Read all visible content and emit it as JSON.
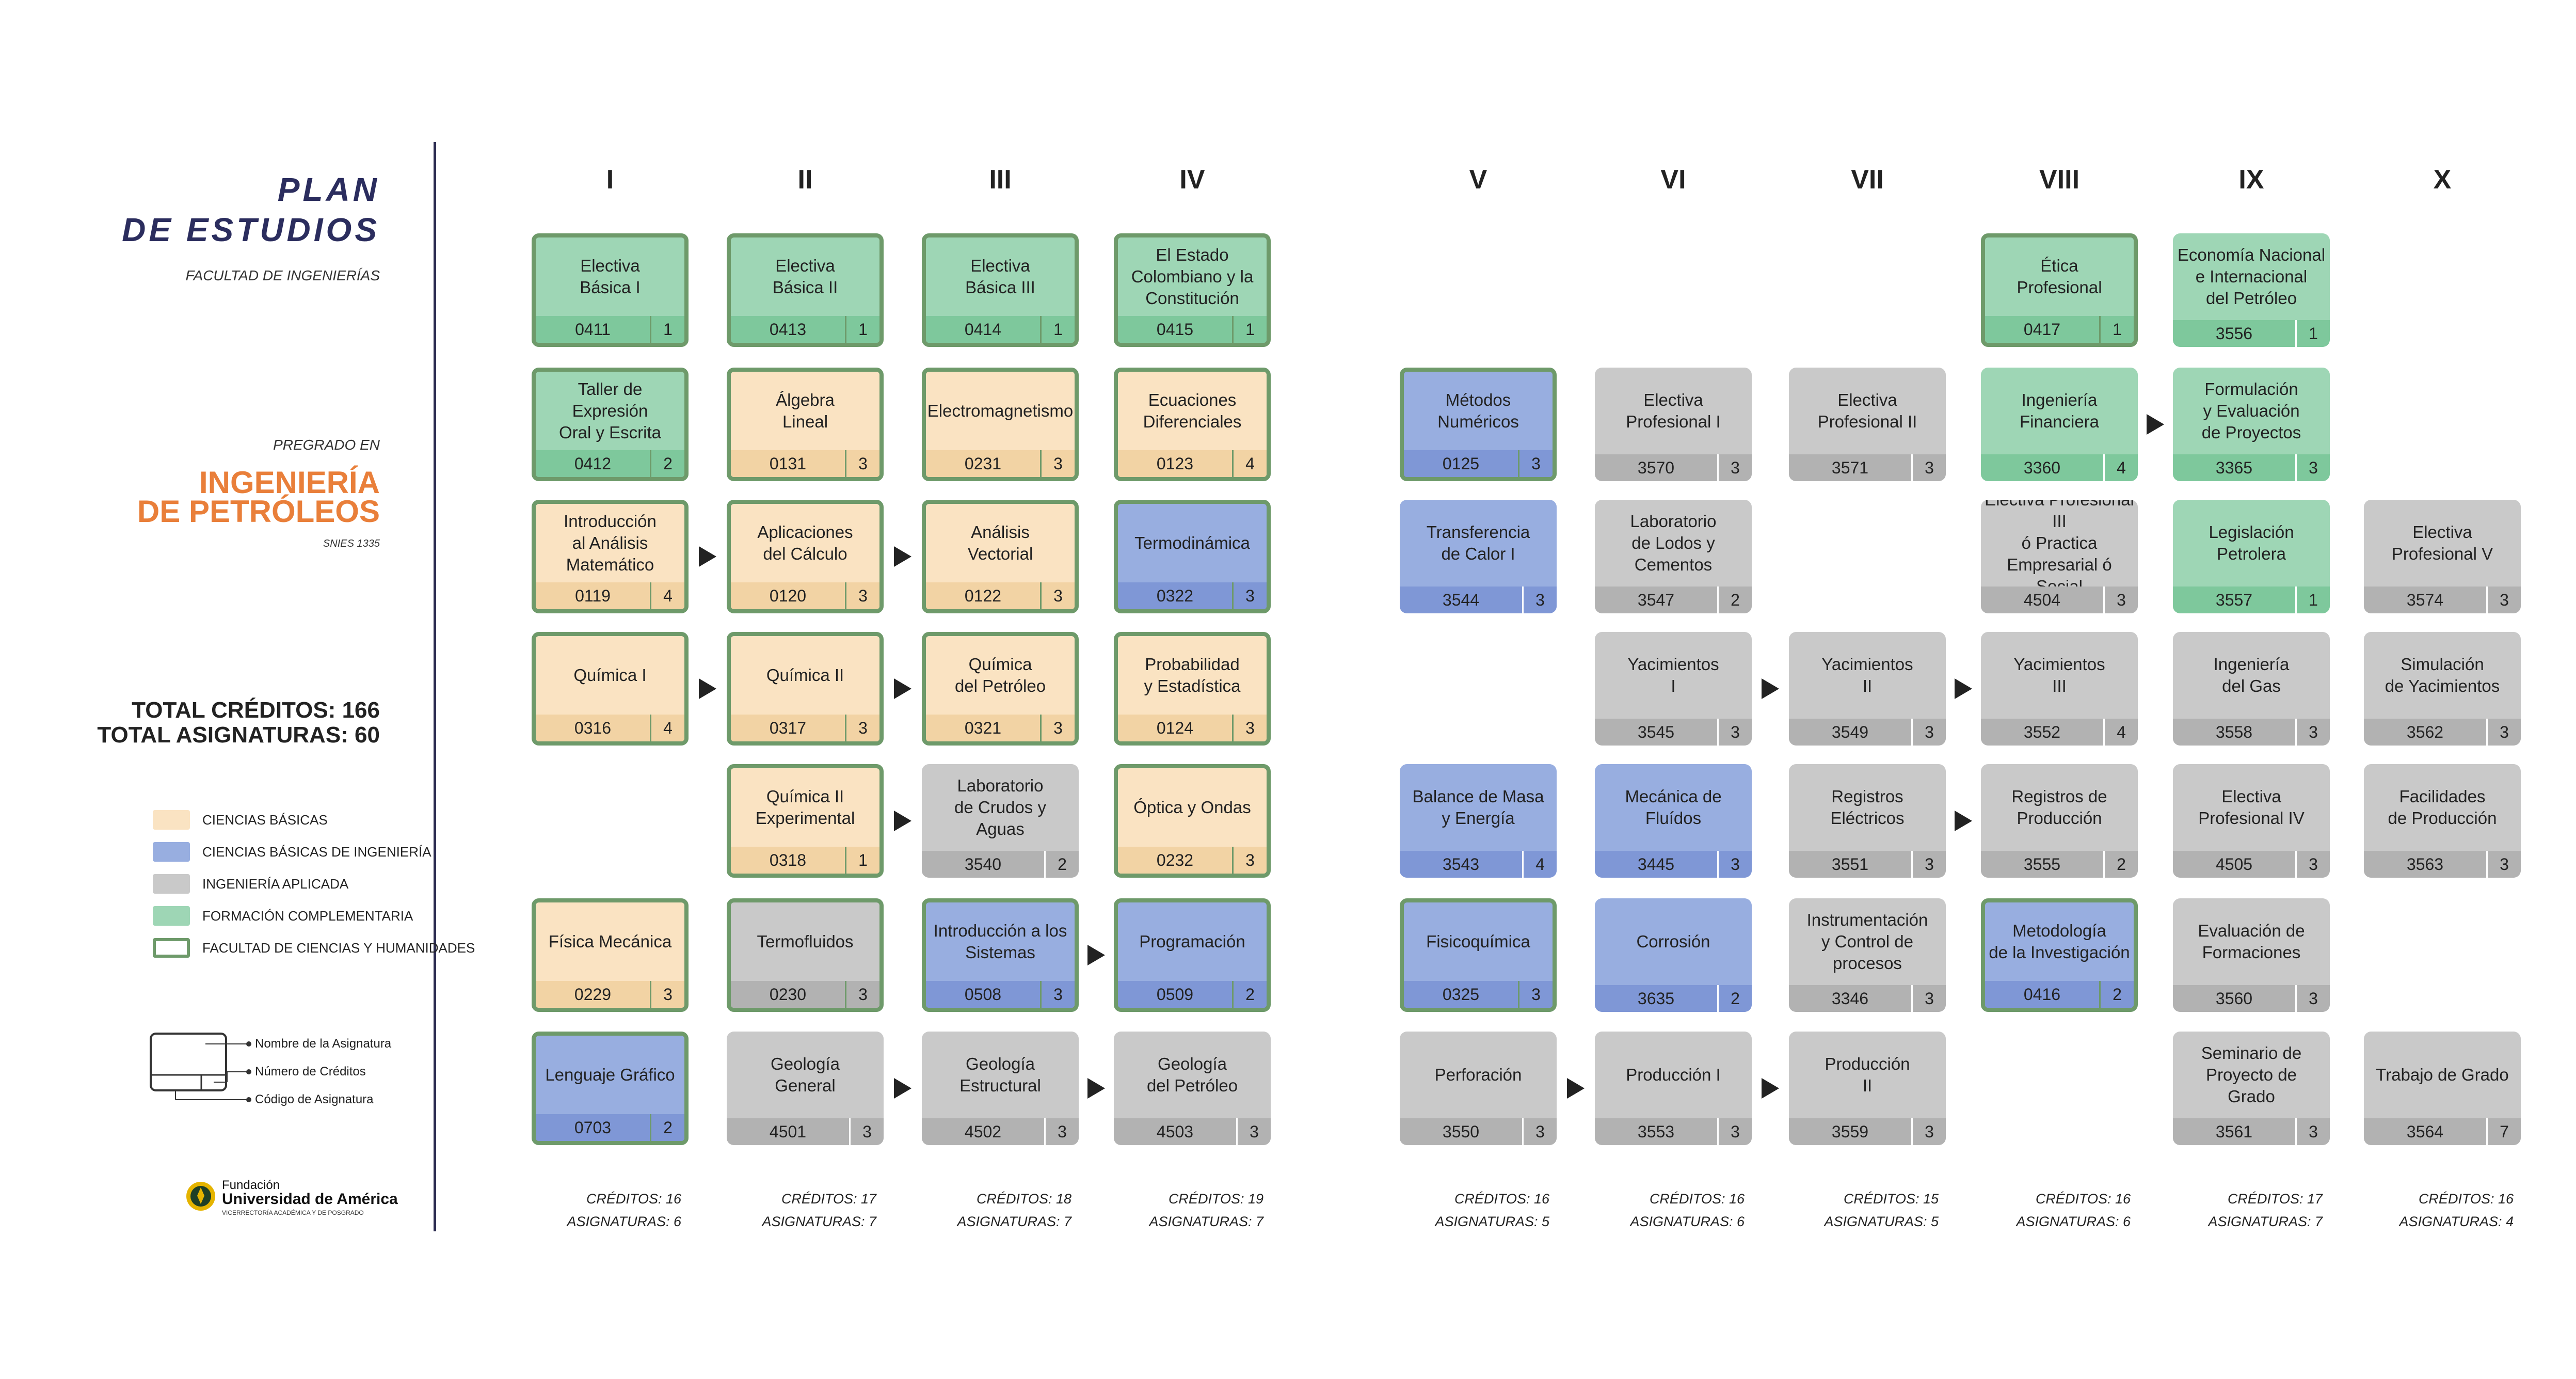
{
  "header": {
    "plan_line1": "PLAN",
    "plan_line2": "DE ESTUDIOS",
    "faculty": "FACULTAD DE INGENIERÍAS",
    "pregrado": "PREGRADO EN",
    "program_line1": "INGENIERÍA",
    "program_line2": "DE PETRÓLEOS",
    "snies": "SNIES 1335",
    "total_creditos": "TOTAL CRÉDITOS: 166",
    "total_asignaturas": "TOTAL ASIGNATURAS: 60"
  },
  "colors": {
    "basicas": "#fae3c2",
    "basicas_ing": "#98aee0",
    "aplicada": "#c9c9c9",
    "complementaria": "#9ed6b5",
    "frame": "#6e9a6a",
    "basicas_dark": "#f2d3a4",
    "basicas_ing_dark": "#7f97d6",
    "aplicada_dark": "#b2b2b2",
    "complementaria_dark": "#7ec89c"
  },
  "legend": [
    {
      "label": "CIENCIAS BÁSICAS",
      "cat": "basicas"
    },
    {
      "label": "CIENCIAS BÁSICAS DE INGENIERÍA",
      "cat": "basicas_ing"
    },
    {
      "label": "INGENIERÍA APLICADA",
      "cat": "aplicada"
    },
    {
      "label": "FORMACIÓN COMPLEMENTARIA",
      "cat": "complementaria"
    },
    {
      "label": "FACULTAD DE CIENCIAS Y HUMANIDADES",
      "cat": "frame"
    }
  ],
  "key": {
    "nombre": "Nombre de la Asignatura",
    "creditos": "Número de Créditos",
    "codigo": "Código de Asignatura"
  },
  "logo": {
    "line1": "Fundación",
    "line2": "Universidad de América",
    "line3": "VICERRECTORÍA ACADÉMICA Y DE POSGRADO"
  },
  "semesters": [
    {
      "label": "I",
      "creditos": "CRÉDITOS: 16",
      "asignaturas": "ASIGNATURAS: 6"
    },
    {
      "label": "II",
      "creditos": "CRÉDITOS: 17",
      "asignaturas": "ASIGNATURAS: 7"
    },
    {
      "label": "III",
      "creditos": "CRÉDITOS: 18",
      "asignaturas": "ASIGNATURAS: 7"
    },
    {
      "label": "IV",
      "creditos": "CRÉDITOS: 19",
      "asignaturas": "ASIGNATURAS: 7"
    },
    {
      "label": "V",
      "creditos": "CRÉDITOS: 16",
      "asignaturas": "ASIGNATURAS: 5"
    },
    {
      "label": "VI",
      "creditos": "CRÉDITOS: 16",
      "asignaturas": "ASIGNATURAS: 6"
    },
    {
      "label": "VII",
      "creditos": "CRÉDITOS: 15",
      "asignaturas": "ASIGNATURAS: 5"
    },
    {
      "label": "VIII",
      "creditos": "CRÉDITOS: 16",
      "asignaturas": "ASIGNATURAS: 6"
    },
    {
      "label": "IX",
      "creditos": "CRÉDITOS: 17",
      "asignaturas": "ASIGNATURAS: 7"
    },
    {
      "label": "X",
      "creditos": "CRÉDITOS: 16",
      "asignaturas": "ASIGNATURAS: 4"
    }
  ],
  "courses": [
    {
      "sem": 0,
      "row": 0,
      "name": "Electiva\nBásica I",
      "code": "0411",
      "cr": "1",
      "cat": "complementaria",
      "framed": true
    },
    {
      "sem": 0,
      "row": 1,
      "name": "Taller de Expresión\nOral y  Escrita",
      "code": "0412",
      "cr": "2",
      "cat": "complementaria",
      "framed": true
    },
    {
      "sem": 0,
      "row": 2,
      "name": "Introducción\nal Análisis\nMatemático",
      "code": "0119",
      "cr": "4",
      "cat": "basicas",
      "framed": true
    },
    {
      "sem": 0,
      "row": 3,
      "name": "Química I",
      "code": "0316",
      "cr": "4",
      "cat": "basicas",
      "framed": true
    },
    {
      "sem": 0,
      "row": 5,
      "name": "Física Mecánica",
      "code": "0229",
      "cr": "3",
      "cat": "basicas",
      "framed": true
    },
    {
      "sem": 0,
      "row": 6,
      "name": "Lenguaje Gráfico",
      "code": "0703",
      "cr": "2",
      "cat": "basicas_ing",
      "framed": true
    },
    {
      "sem": 1,
      "row": 0,
      "name": "Electiva\nBásica II",
      "code": "0413",
      "cr": "1",
      "cat": "complementaria",
      "framed": true
    },
    {
      "sem": 1,
      "row": 1,
      "name": "Álgebra\nLineal",
      "code": "0131",
      "cr": "3",
      "cat": "basicas",
      "framed": true
    },
    {
      "sem": 1,
      "row": 2,
      "name": "Aplicaciones\ndel Cálculo",
      "code": "0120",
      "cr": "3",
      "cat": "basicas",
      "framed": true
    },
    {
      "sem": 1,
      "row": 3,
      "name": "Química II",
      "code": "0317",
      "cr": "3",
      "cat": "basicas",
      "framed": true
    },
    {
      "sem": 1,
      "row": 4,
      "name": "Química II\nExperimental",
      "code": "0318",
      "cr": "1",
      "cat": "basicas",
      "framed": true
    },
    {
      "sem": 1,
      "row": 5,
      "name": "Termofluidos",
      "code": "0230",
      "cr": "3",
      "cat": "aplicada",
      "framed": true
    },
    {
      "sem": 1,
      "row": 6,
      "name": "Geología\nGeneral",
      "code": "4501",
      "cr": "3",
      "cat": "aplicada",
      "framed": false
    },
    {
      "sem": 2,
      "row": 0,
      "name": "Electiva\nBásica III",
      "code": "0414",
      "cr": "1",
      "cat": "complementaria",
      "framed": true
    },
    {
      "sem": 2,
      "row": 1,
      "name": "Electromagnetismo",
      "code": "0231",
      "cr": "3",
      "cat": "basicas",
      "framed": true
    },
    {
      "sem": 2,
      "row": 2,
      "name": "Análisis\nVectorial",
      "code": "0122",
      "cr": "3",
      "cat": "basicas",
      "framed": true
    },
    {
      "sem": 2,
      "row": 3,
      "name": "Química\ndel Petróleo",
      "code": "0321",
      "cr": "3",
      "cat": "basicas",
      "framed": true
    },
    {
      "sem": 2,
      "row": 4,
      "name": "Laboratorio\nde Crudos y\nAguas",
      "code": "3540",
      "cr": "2",
      "cat": "aplicada",
      "framed": false
    },
    {
      "sem": 2,
      "row": 5,
      "name": "Introducción a los\nSistemas",
      "code": "0508",
      "cr": "3",
      "cat": "basicas_ing",
      "framed": true
    },
    {
      "sem": 2,
      "row": 6,
      "name": "Geología\nEstructural",
      "code": "4502",
      "cr": "3",
      "cat": "aplicada",
      "framed": false
    },
    {
      "sem": 3,
      "row": 0,
      "name": "El Estado\nColombiano y la\nConstitución",
      "code": "0415",
      "cr": "1",
      "cat": "complementaria",
      "framed": true
    },
    {
      "sem": 3,
      "row": 1,
      "name": "Ecuaciones\nDiferenciales",
      "code": "0123",
      "cr": "4",
      "cat": "basicas",
      "framed": true
    },
    {
      "sem": 3,
      "row": 2,
      "name": "Termodinámica",
      "code": "0322",
      "cr": "3",
      "cat": "basicas_ing",
      "framed": true
    },
    {
      "sem": 3,
      "row": 3,
      "name": "Probabilidad\ny Estadística",
      "code": "0124",
      "cr": "3",
      "cat": "basicas",
      "framed": true
    },
    {
      "sem": 3,
      "row": 4,
      "name": "Óptica y Ondas",
      "code": "0232",
      "cr": "3",
      "cat": "basicas",
      "framed": true
    },
    {
      "sem": 3,
      "row": 5,
      "name": "Programación",
      "code": "0509",
      "cr": "2",
      "cat": "basicas_ing",
      "framed": true
    },
    {
      "sem": 3,
      "row": 6,
      "name": "Geología\ndel Petróleo",
      "code": "4503",
      "cr": "3",
      "cat": "aplicada",
      "framed": false
    },
    {
      "sem": 4,
      "row": 1,
      "name": "Métodos\nNuméricos",
      "code": "0125",
      "cr": "3",
      "cat": "basicas_ing",
      "framed": true
    },
    {
      "sem": 4,
      "row": 2,
      "name": "Transferencia\nde Calor I",
      "code": "3544",
      "cr": "3",
      "cat": "basicas_ing",
      "framed": false
    },
    {
      "sem": 4,
      "row": 4,
      "name": "Balance de Masa\ny Energía",
      "code": "3543",
      "cr": "4",
      "cat": "basicas_ing",
      "framed": false
    },
    {
      "sem": 4,
      "row": 5,
      "name": "Fisicoquímica",
      "code": "0325",
      "cr": "3",
      "cat": "basicas_ing",
      "framed": true
    },
    {
      "sem": 4,
      "row": 6,
      "name": "Perforación",
      "code": "3550",
      "cr": "3",
      "cat": "aplicada",
      "framed": false
    },
    {
      "sem": 5,
      "row": 1,
      "name": "Electiva\nProfesional I",
      "code": "3570",
      "cr": "3",
      "cat": "aplicada",
      "framed": false
    },
    {
      "sem": 5,
      "row": 2,
      "name": "Laboratorio\nde Lodos y\nCementos",
      "code": "3547",
      "cr": "2",
      "cat": "aplicada",
      "framed": false
    },
    {
      "sem": 5,
      "row": 3,
      "name": "Yacimientos\nI",
      "code": "3545",
      "cr": "3",
      "cat": "aplicada",
      "framed": false
    },
    {
      "sem": 5,
      "row": 4,
      "name": "Mecánica de Fluídos",
      "code": "3445",
      "cr": "3",
      "cat": "basicas_ing",
      "framed": false
    },
    {
      "sem": 5,
      "row": 5,
      "name": "Corrosión",
      "code": "3635",
      "cr": "2",
      "cat": "basicas_ing",
      "framed": false
    },
    {
      "sem": 5,
      "row": 6,
      "name": "Producción I",
      "code": "3553",
      "cr": "3",
      "cat": "aplicada",
      "framed": false
    },
    {
      "sem": 6,
      "row": 1,
      "name": "Electiva\nProfesional II",
      "code": "3571",
      "cr": "3",
      "cat": "aplicada",
      "framed": false
    },
    {
      "sem": 6,
      "row": 3,
      "name": "Yacimientos\nII",
      "code": "3549",
      "cr": "3",
      "cat": "aplicada",
      "framed": false
    },
    {
      "sem": 6,
      "row": 4,
      "name": "Registros\nEléctricos",
      "code": "3551",
      "cr": "3",
      "cat": "aplicada",
      "framed": false
    },
    {
      "sem": 6,
      "row": 5,
      "name": "Instrumentación\ny Control de\nprocesos",
      "code": "3346",
      "cr": "3",
      "cat": "aplicada",
      "framed": false
    },
    {
      "sem": 6,
      "row": 6,
      "name": "Producción\nII",
      "code": "3559",
      "cr": "3",
      "cat": "aplicada",
      "framed": false
    },
    {
      "sem": 7,
      "row": 0,
      "name": "Ética\nProfesional",
      "code": "0417",
      "cr": "1",
      "cat": "complementaria",
      "framed": true
    },
    {
      "sem": 7,
      "row": 1,
      "name": "Ingeniería\nFinanciera",
      "code": "3360",
      "cr": "4",
      "cat": "complementaria",
      "framed": false
    },
    {
      "sem": 7,
      "row": 2,
      "name": "Electiva Profesional III\nó Practica\nEmpresarial ó Social",
      "code": "4504",
      "cr": "3",
      "cat": "aplicada",
      "framed": false
    },
    {
      "sem": 7,
      "row": 3,
      "name": "Yacimientos\nIII",
      "code": "3552",
      "cr": "4",
      "cat": "aplicada",
      "framed": false
    },
    {
      "sem": 7,
      "row": 4,
      "name": "Registros de\nProducción",
      "code": "3555",
      "cr": "2",
      "cat": "aplicada",
      "framed": false
    },
    {
      "sem": 7,
      "row": 5,
      "name": "Metodología\nde la Investigación",
      "code": "0416",
      "cr": "2",
      "cat": "basicas_ing",
      "framed": true
    },
    {
      "sem": 8,
      "row": 0,
      "name": "Economía Nacional\ne Internacional\ndel Petróleo",
      "code": "3556",
      "cr": "1",
      "cat": "complementaria",
      "framed": false
    },
    {
      "sem": 8,
      "row": 1,
      "name": "Formulación\ny Evaluación\nde Proyectos",
      "code": "3365",
      "cr": "3",
      "cat": "complementaria",
      "framed": false
    },
    {
      "sem": 8,
      "row": 2,
      "name": "Legislación\nPetrolera",
      "code": "3557",
      "cr": "1",
      "cat": "complementaria",
      "framed": false
    },
    {
      "sem": 8,
      "row": 3,
      "name": "Ingeniería\ndel Gas",
      "code": "3558",
      "cr": "3",
      "cat": "aplicada",
      "framed": false
    },
    {
      "sem": 8,
      "row": 4,
      "name": "Electiva\nProfesional IV",
      "code": "4505",
      "cr": "3",
      "cat": "aplicada",
      "framed": false
    },
    {
      "sem": 8,
      "row": 5,
      "name": "Evaluación de\nFormaciones",
      "code": "3560",
      "cr": "3",
      "cat": "aplicada",
      "framed": false
    },
    {
      "sem": 8,
      "row": 6,
      "name": "Seminario de\nProyecto de\nGrado",
      "code": "3561",
      "cr": "3",
      "cat": "aplicada",
      "framed": false
    },
    {
      "sem": 9,
      "row": 2,
      "name": "Electiva\nProfesional V",
      "code": "3574",
      "cr": "3",
      "cat": "aplicada",
      "framed": false
    },
    {
      "sem": 9,
      "row": 3,
      "name": "Simulación\nde Yacimientos",
      "code": "3562",
      "cr": "3",
      "cat": "aplicada",
      "framed": false
    },
    {
      "sem": 9,
      "row": 4,
      "name": "Facilidades\nde Producción",
      "code": "3563",
      "cr": "3",
      "cat": "aplicada",
      "framed": false
    },
    {
      "sem": 9,
      "row": 6,
      "name": "Trabajo de Grado",
      "code": "3564",
      "cr": "7",
      "cat": "aplicada",
      "framed": false
    }
  ],
  "arrows": [
    {
      "sem": 0,
      "row": 2
    },
    {
      "sem": 1,
      "row": 2
    },
    {
      "sem": 0,
      "row": 3
    },
    {
      "sem": 1,
      "row": 3
    },
    {
      "sem": 1,
      "row": 4
    },
    {
      "sem": 2,
      "row": 5
    },
    {
      "sem": 1,
      "row": 6
    },
    {
      "sem": 2,
      "row": 6
    },
    {
      "sem": 5,
      "row": 3
    },
    {
      "sem": 6,
      "row": 3
    },
    {
      "sem": 6,
      "row": 4
    },
    {
      "sem": 4,
      "row": 6
    },
    {
      "sem": 5,
      "row": 6
    },
    {
      "sem": 7,
      "row": 1
    }
  ]
}
